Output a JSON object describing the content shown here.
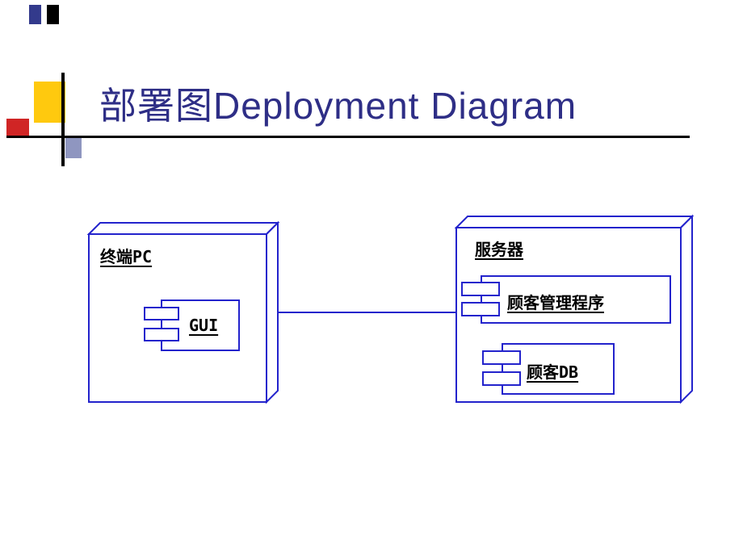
{
  "slide": {
    "title": "部署图Deployment Diagram"
  },
  "diagram": {
    "type": "uml-deployment",
    "nodes": [
      {
        "name": "终端PC",
        "components": [
          {
            "name": "GUI"
          }
        ]
      },
      {
        "name": "服务器",
        "components": [
          {
            "name": "顾客管理程序"
          },
          {
            "name": "顾客DB"
          }
        ]
      }
    ],
    "connector": {
      "from": "终端PC",
      "to": "服务器"
    }
  },
  "colors": {
    "line": "#2323cc",
    "title": "#2e2e86",
    "accent_yellow": "#ffc90e",
    "accent_red": "#d02525",
    "accent_gray": "#8f96c0",
    "deco_black": "#000000",
    "deco_navy": "#333a8c"
  }
}
